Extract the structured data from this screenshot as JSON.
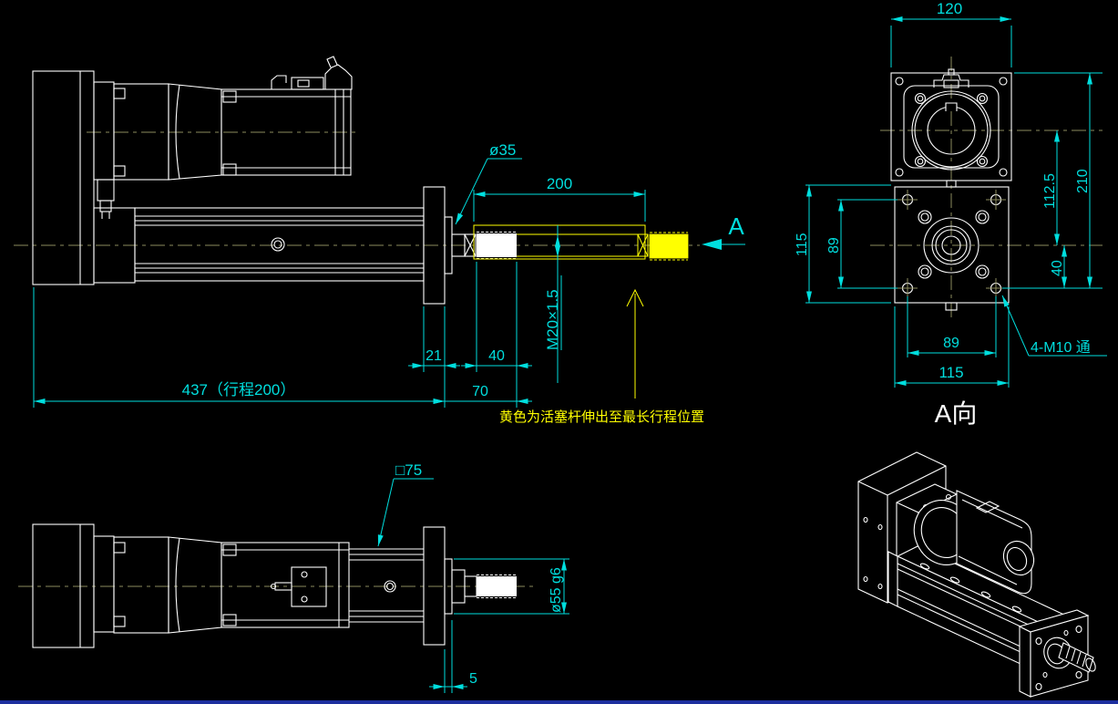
{
  "colors": {
    "background": "#000000",
    "geometry": "#ffffff",
    "dimension": "#00dede",
    "centerline": "#8b8b5e",
    "highlight": "#ffff00",
    "bottom_strip": "#1d2f9e"
  },
  "side_view": {
    "dia35": "ø35",
    "extend200": "200",
    "thread_spec": "M20×1.5",
    "flange21": "21",
    "thread40": "40",
    "front70": "70",
    "overall": "437（行程200）",
    "section_letter": "A"
  },
  "a_view": {
    "title": "A向",
    "w120": "120",
    "offset112_5": "112.5",
    "h210": "210",
    "h115": "115",
    "v89": "89",
    "v40": "40",
    "b89": "89",
    "b115": "115",
    "holes": "4-M10 通"
  },
  "top_view": {
    "sq75": "□75",
    "d55": "ø55 g6",
    "off5": "5"
  },
  "note": "黄色为活塞杆伸出至最长行程位置"
}
